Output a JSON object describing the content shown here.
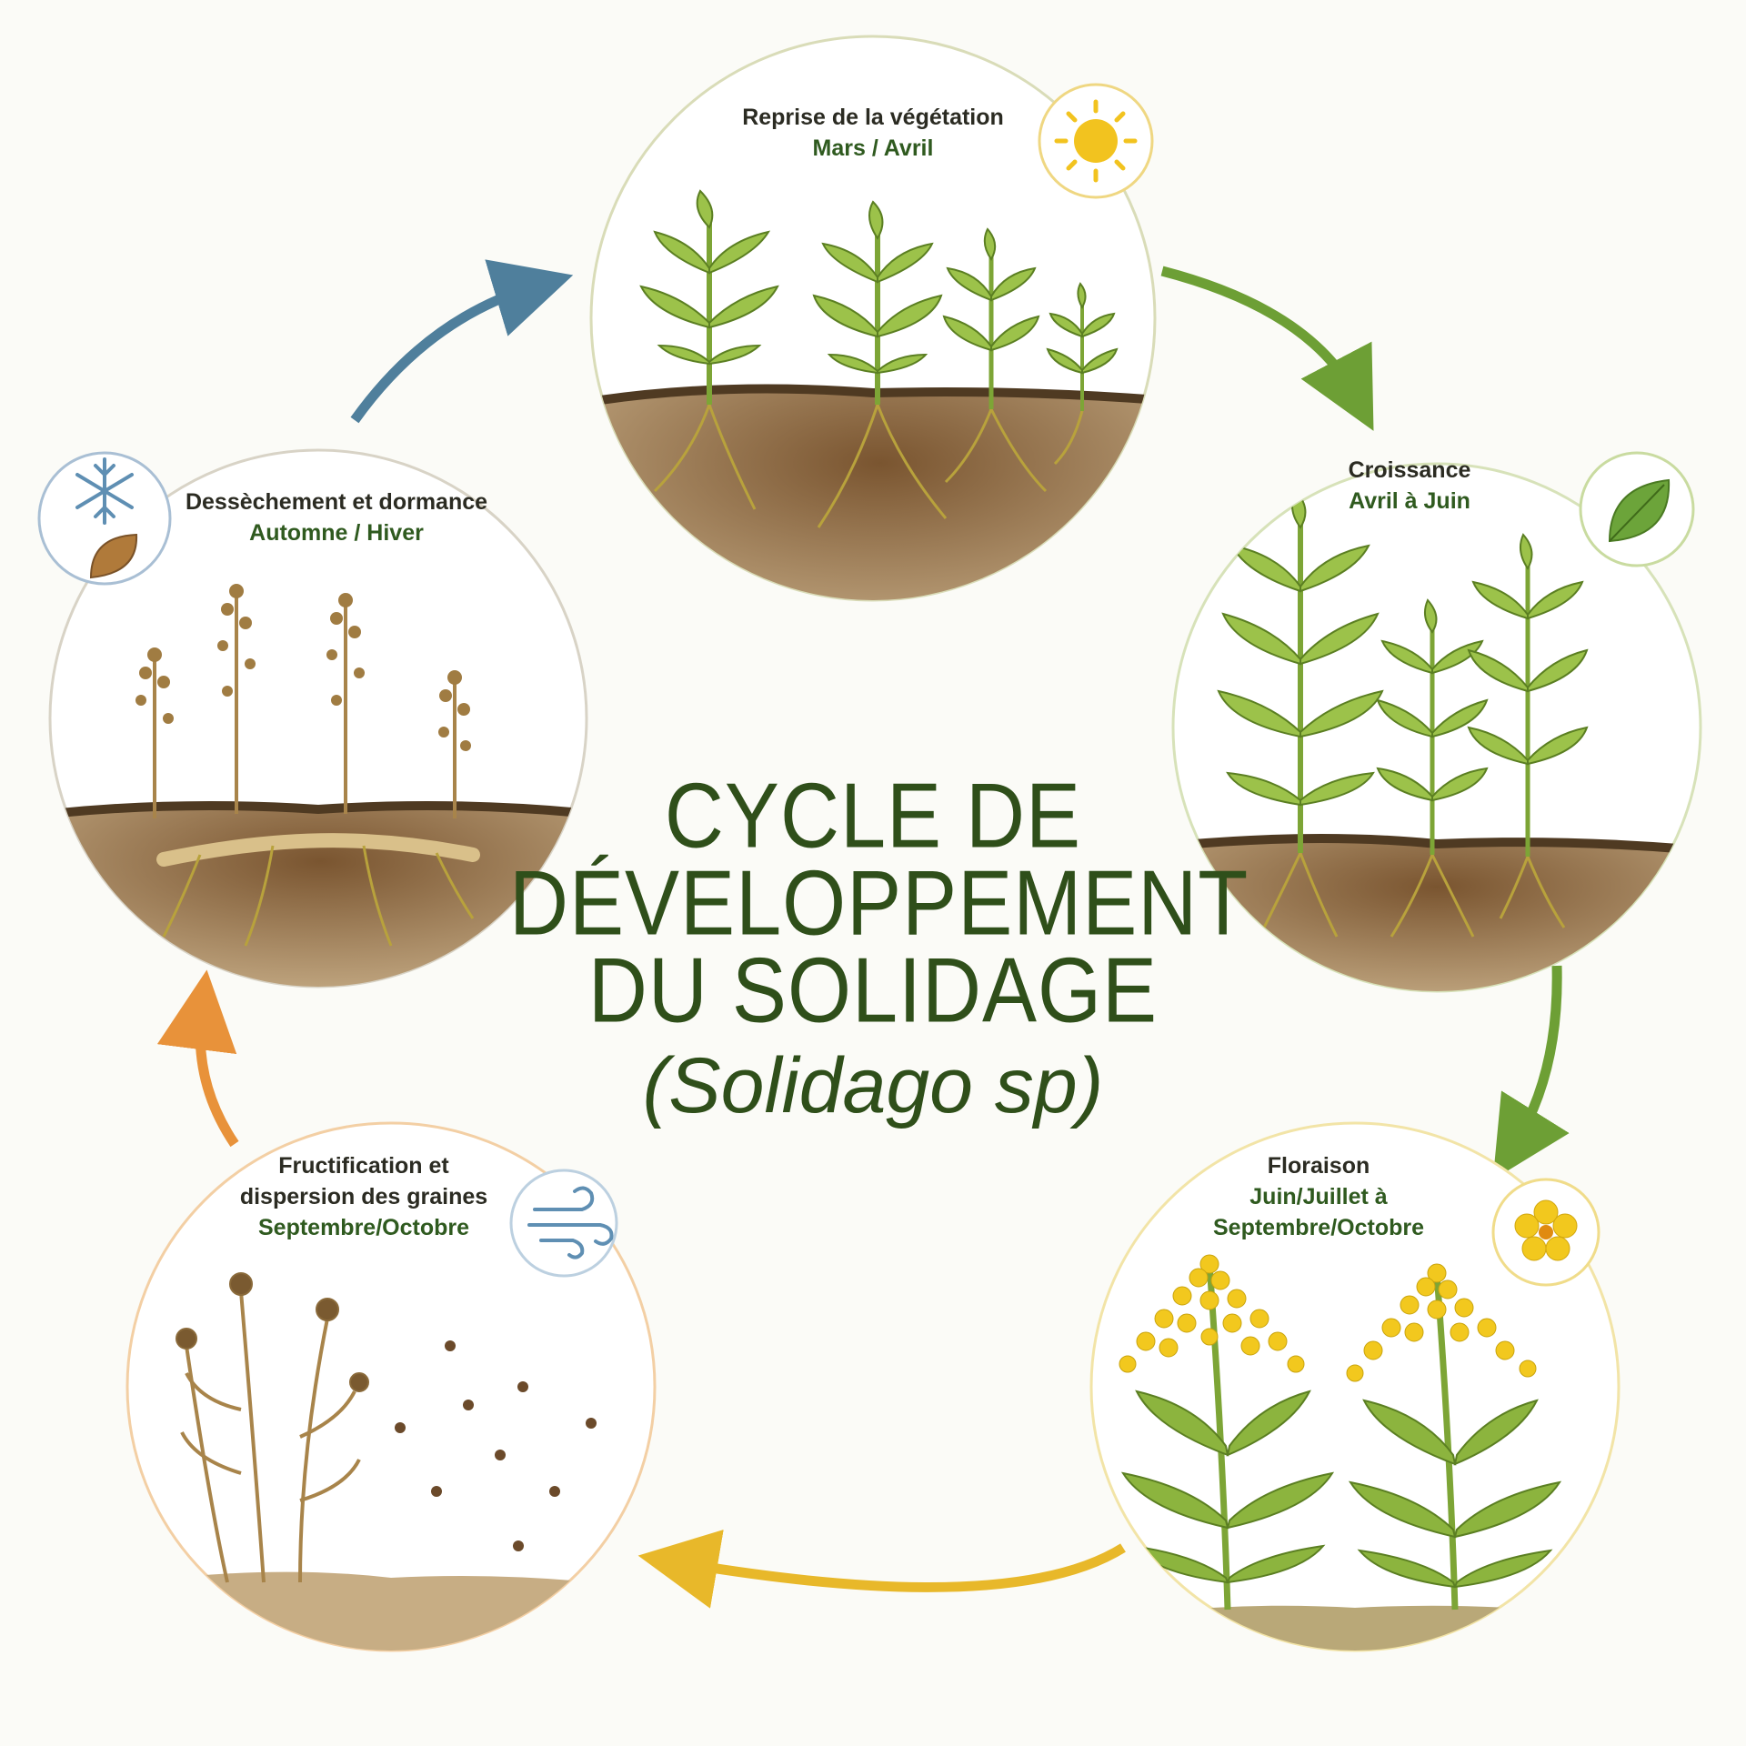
{
  "title": {
    "line1": "CYCLE DE",
    "line2": "DÉVELOPPEMENT",
    "line3": "DU SOLIDAGE",
    "scientific": "(Solidago sp)"
  },
  "stages": [
    {
      "name": "Reprise de la végétation",
      "period": "Mars / Avril",
      "icon": "sun-icon",
      "accent": "#e8c948"
    },
    {
      "name": "Croissance",
      "period": "Avril à Juin",
      "icon": "leaf-icon",
      "accent": "#8fb54a"
    },
    {
      "name": "Floraison",
      "period_line1": "Juin/Juillet à",
      "period_line2": "Septembre/Octobre",
      "icon": "flower-icon",
      "accent": "#f0cf3a"
    },
    {
      "name_line1": "Fructification et",
      "name_line2": "dispersion des graines",
      "period": "Septembre/Octobre",
      "icon": "wind-icon",
      "accent": "#f3b57a"
    },
    {
      "name": "Dessèchement et dormance",
      "period": "Automne / Hiver",
      "icon": "snowflake-leaf-icon",
      "accent": "#8fa9c4"
    }
  ],
  "colors": {
    "title": "#2f4f1a",
    "arrow_blue": "#4f7f9c",
    "arrow_green": "#6d9f35",
    "arrow_yellow": "#e8b82a",
    "arrow_orange": "#e8923a",
    "soil": "#6b4a2a",
    "stem": "#7da536",
    "dry": "#a8844a"
  }
}
